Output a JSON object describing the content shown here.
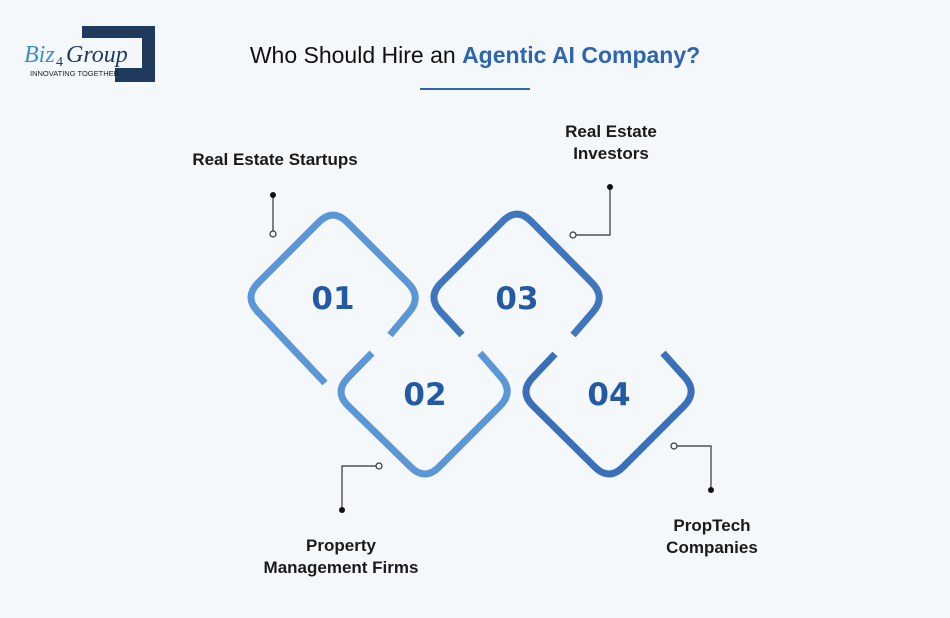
{
  "logo": {
    "text_a": "Biz",
    "text_b": "4",
    "text_c": "Group",
    "tagline": "INNOVATING TOGETHER"
  },
  "header": {
    "title_prefix": "Who Should Hire an ",
    "title_highlight": "Agentic AI Company?"
  },
  "items": [
    {
      "number": "01",
      "label_line1": "Real Estate Startups",
      "label_line2": ""
    },
    {
      "number": "02",
      "label_line1": "Property",
      "label_line2": "Management Firms"
    },
    {
      "number": "03",
      "label_line1": "Real Estate",
      "label_line2": "Investors"
    },
    {
      "number": "04",
      "label_line1": "PropTech",
      "label_line2": "Companies"
    }
  ],
  "colors": {
    "accent": "#2f65b0",
    "light_shape": "#5b96d6",
    "dark_shape": "#3a72bb",
    "logo_navy": "#1f3a5c"
  }
}
